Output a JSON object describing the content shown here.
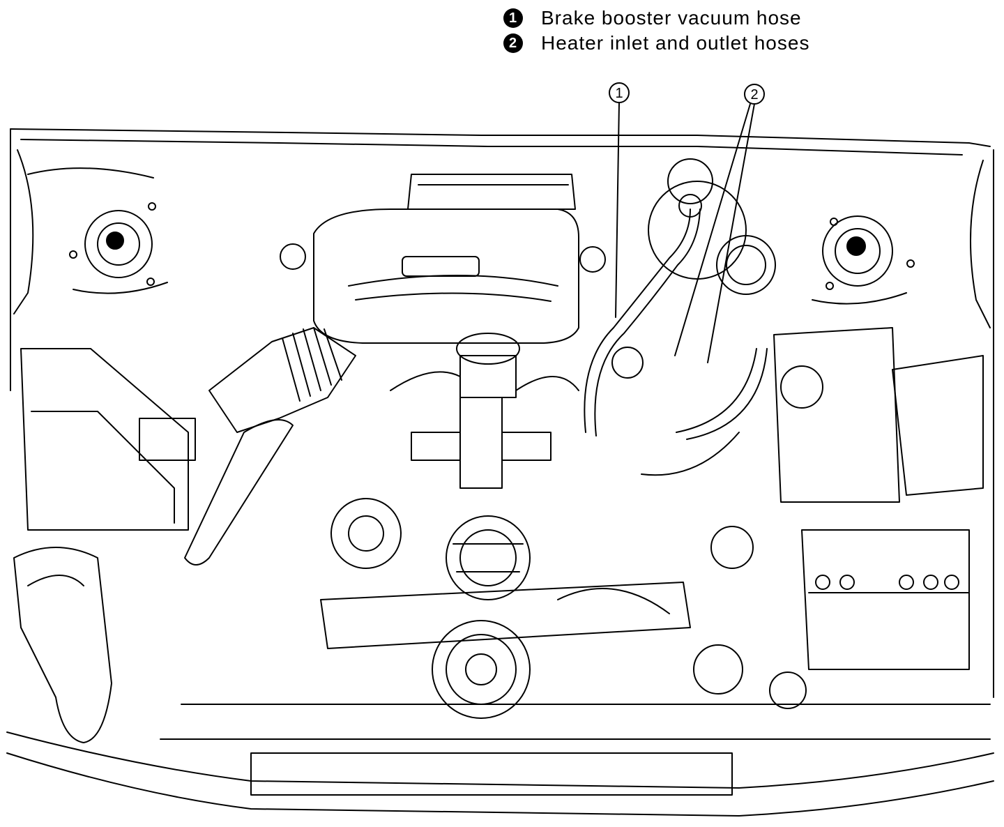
{
  "legend": {
    "items": [
      {
        "number": "1",
        "label": "Brake booster vacuum hose"
      },
      {
        "number": "2",
        "label": "Heater inlet and outlet hoses"
      }
    ]
  },
  "callouts": [
    {
      "number": "1",
      "target": "brake-booster-vacuum-hose"
    },
    {
      "number": "2",
      "target": "heater-hoses"
    }
  ],
  "colors": {
    "ink": "#000000",
    "paper": "#ffffff"
  }
}
